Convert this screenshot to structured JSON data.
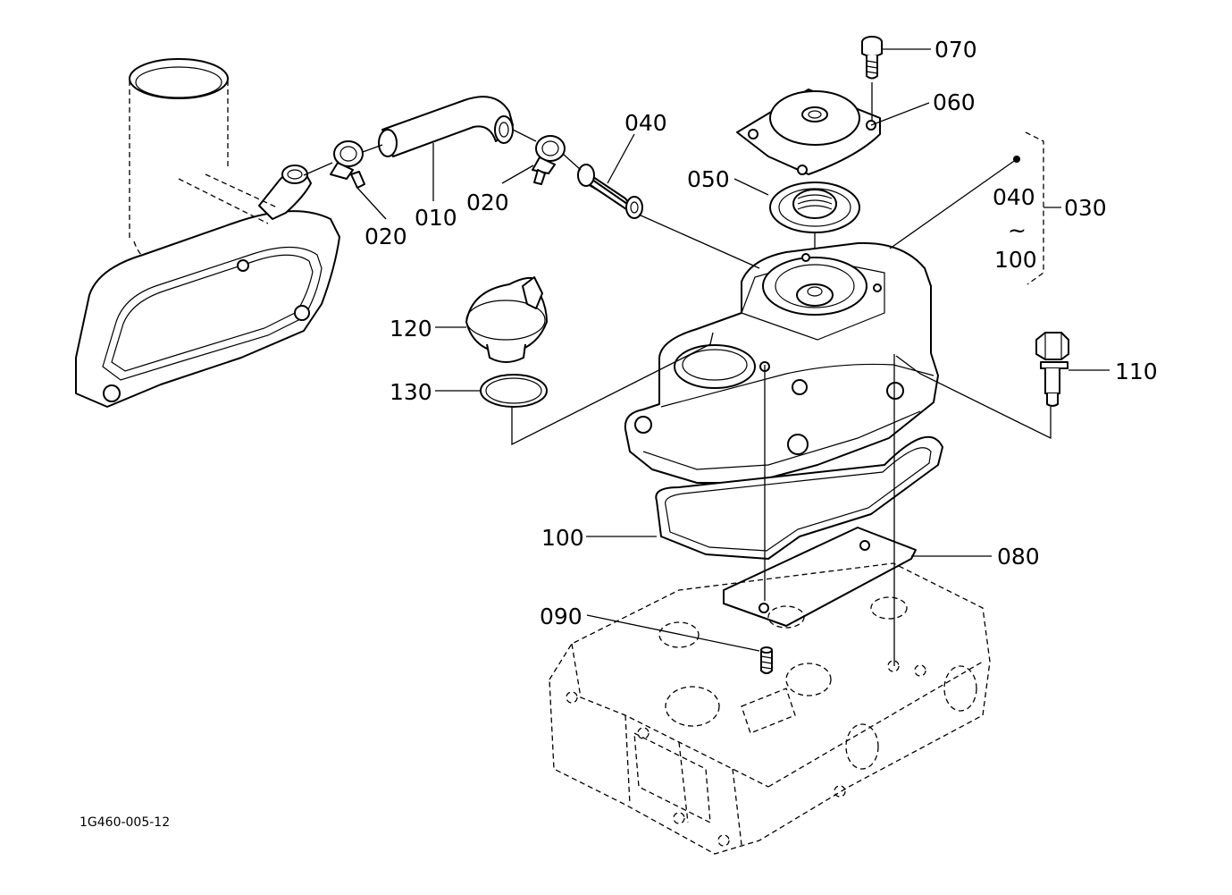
{
  "callouts": {
    "c010": "010",
    "c020a": "020",
    "c020b": "020",
    "c030": "030",
    "c040": "040",
    "c050": "050",
    "c060": "060",
    "c070": "070",
    "c080": "080",
    "c090": "090",
    "c100": "100",
    "c110": "110",
    "c120": "120",
    "c130": "130"
  },
  "range": {
    "from": "040",
    "tilde": "~",
    "to": "100"
  },
  "drawing_number": "1G460-005-12"
}
